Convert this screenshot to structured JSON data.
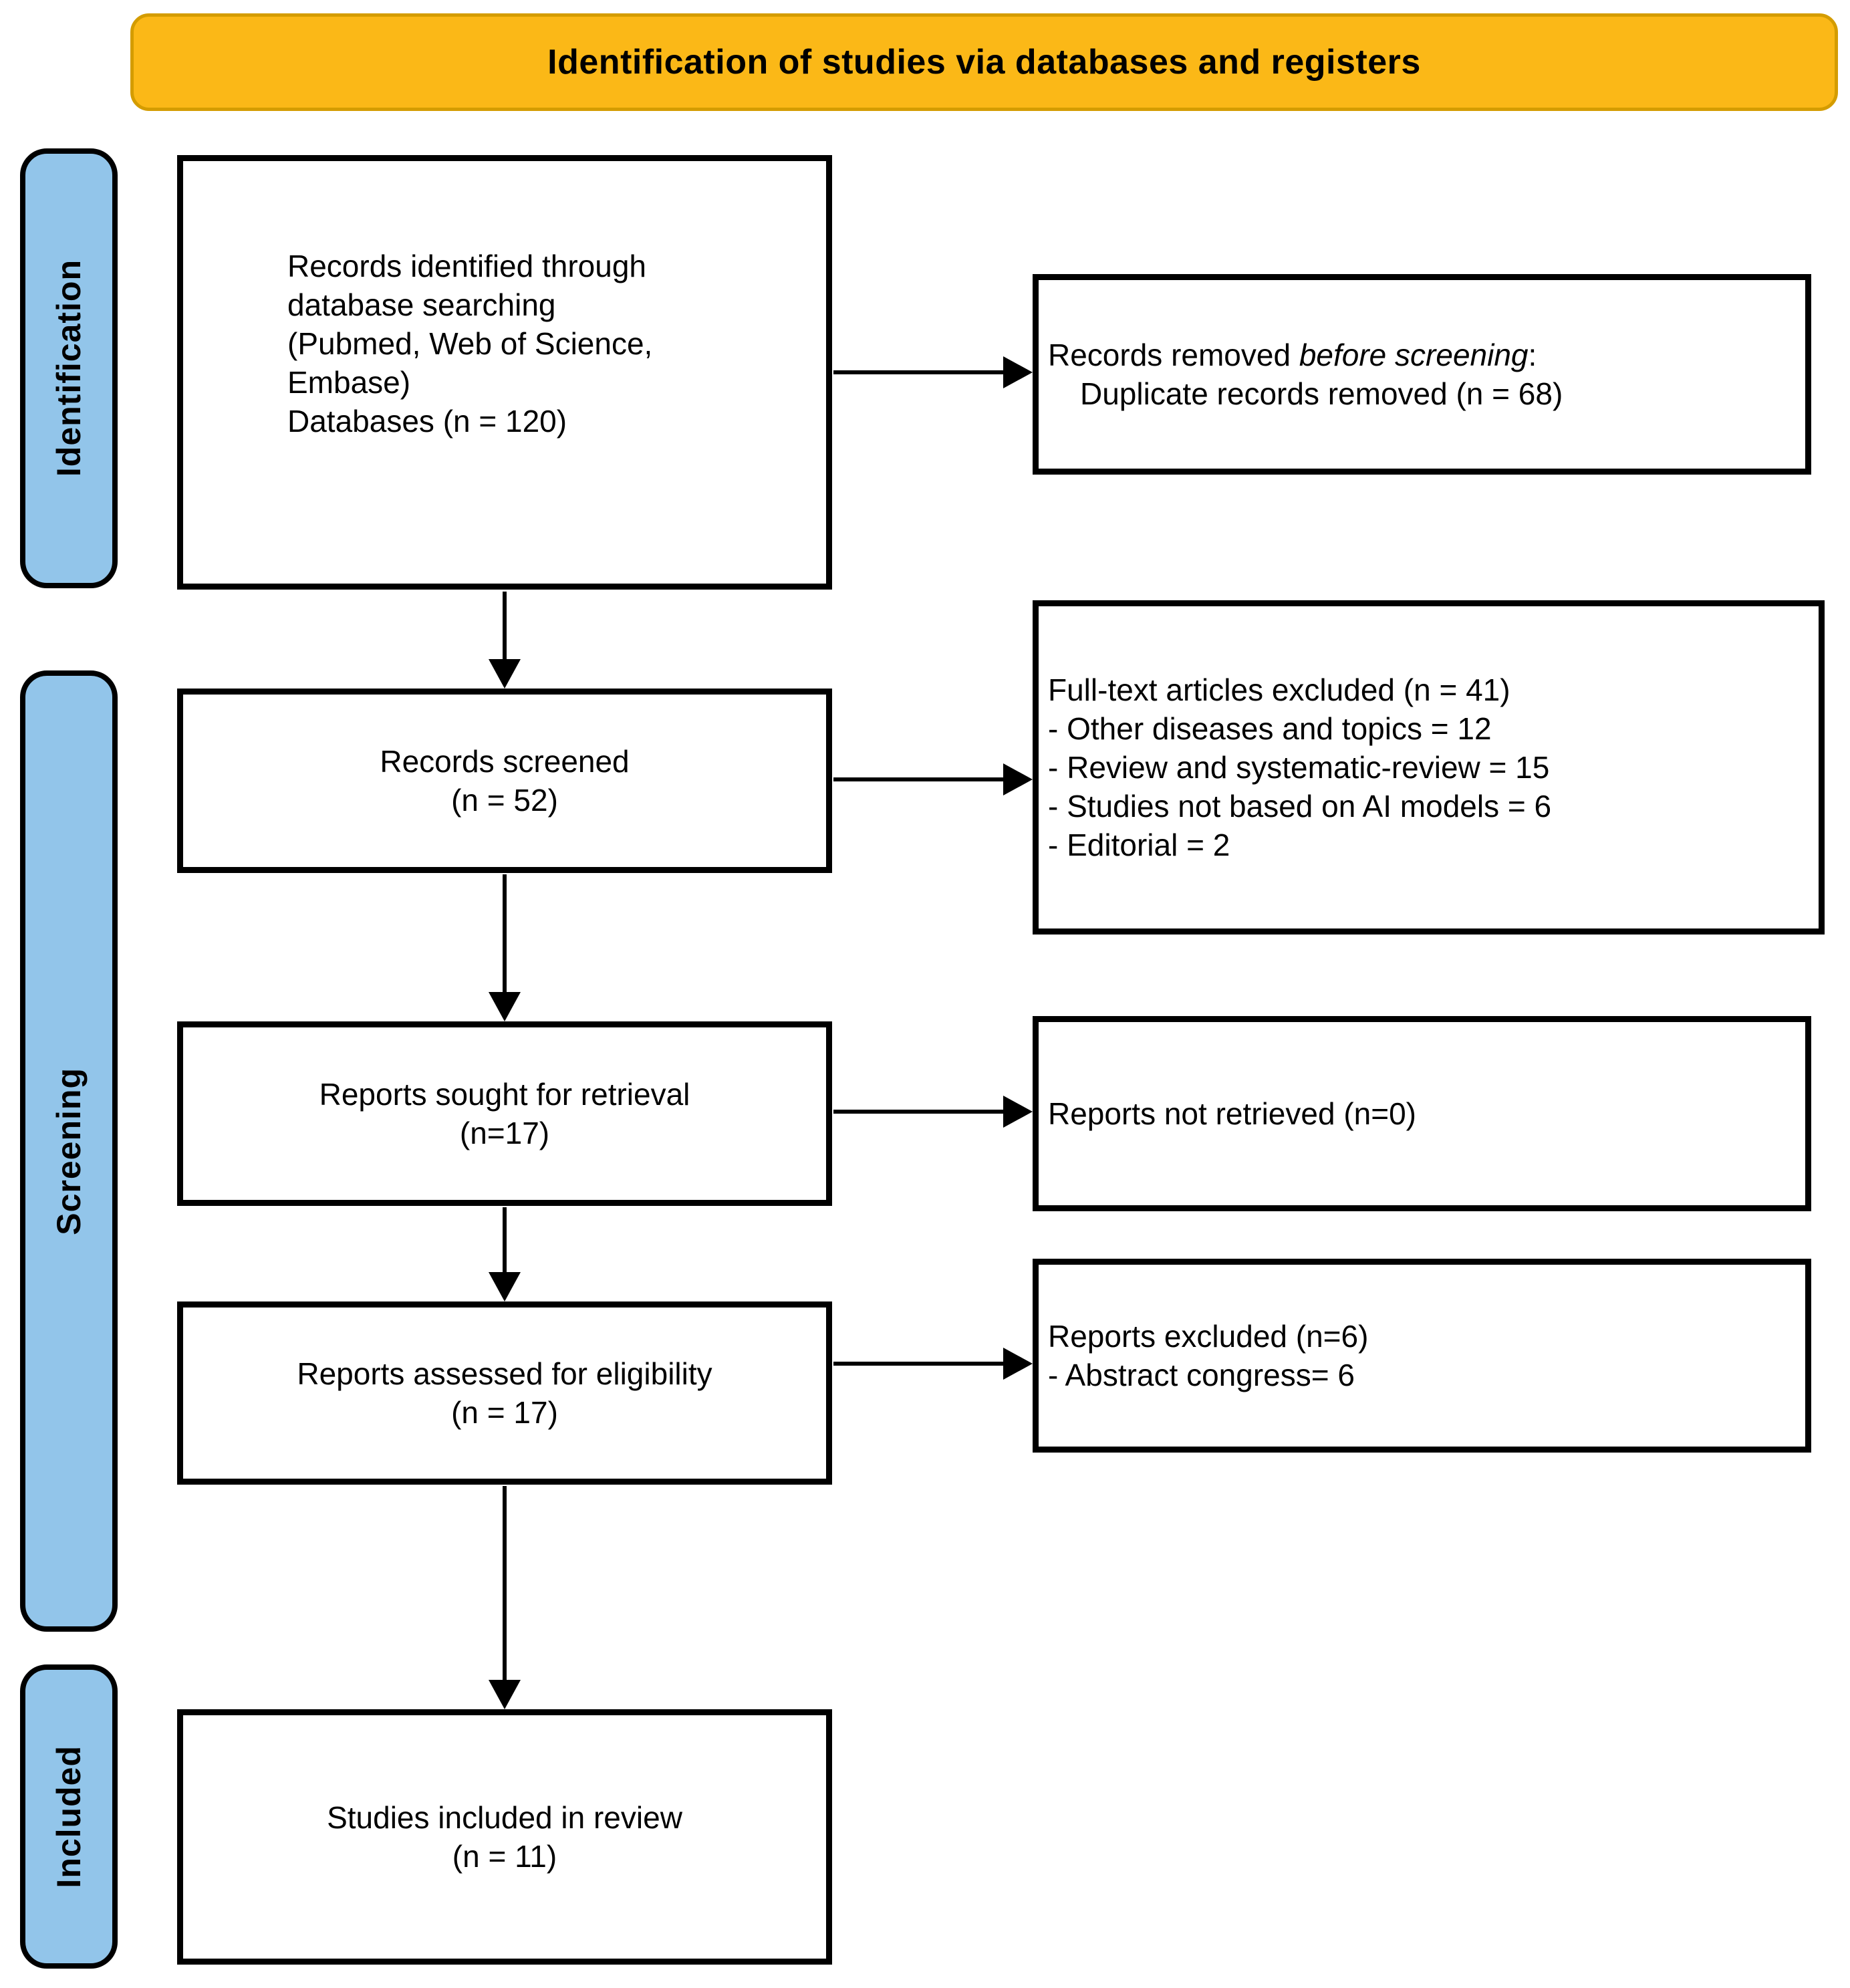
{
  "banner": {
    "title": "Identification of studies via databases and registers"
  },
  "stages": [
    {
      "label": "Identification"
    },
    {
      "label": "Screening"
    },
    {
      "label": "Included"
    }
  ],
  "boxes": {
    "records_identified": {
      "lines": [
        "Records identified through",
        "database searching",
        "(Pubmed, Web of Science,",
        "Embase)",
        "Databases (n = 120)"
      ]
    },
    "records_screened": {
      "lines": [
        "Records screened",
        "(n = 52)"
      ]
    },
    "reports_sought": {
      "lines": [
        "Reports sought for retrieval",
        "(n=17)"
      ]
    },
    "reports_assessed": {
      "lines": [
        "Reports assessed for eligibility",
        "(n = 17)"
      ]
    },
    "studies_included": {
      "lines": [
        "Studies included in review",
        "(n = 11)"
      ]
    }
  },
  "side_boxes": {
    "records_removed": {
      "prefix": "Records removed ",
      "italic": "before screening",
      "suffix": ":",
      "detail": "Duplicate records removed (n = 68)"
    },
    "fulltext_excluded": {
      "lines": [
        "Full-text articles excluded (n = 41)",
        "- Other diseases and topics = 12",
        "- Review and systematic-review = 15",
        "- Studies not based on AI models = 6",
        "- Editorial = 2"
      ]
    },
    "reports_not_retrieved": {
      "lines": [
        "Reports not retrieved (n=0)"
      ]
    },
    "reports_excluded": {
      "lines": [
        "Reports excluded (n=6)",
        "- Abstract congress= 6"
      ]
    }
  },
  "colors": {
    "banner_bg": "#FBB817",
    "banner_border": "#D49C00",
    "stage_bg": "#92C5EA",
    "box_bg": "#FFFFFF",
    "line_color": "#000000"
  }
}
